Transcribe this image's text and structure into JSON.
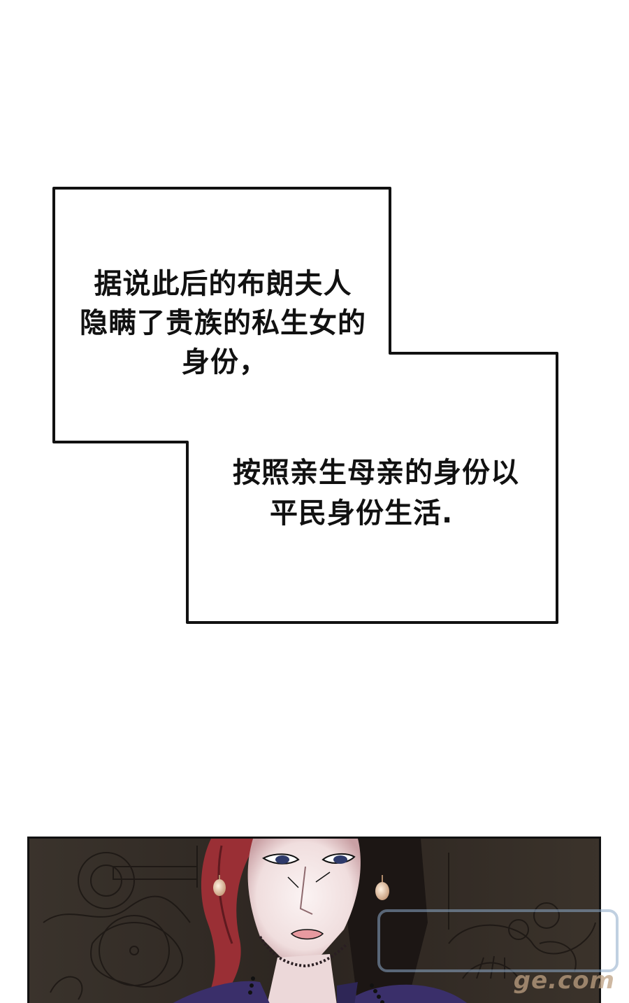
{
  "narration": {
    "box_a": {
      "lines": [
        "据说此后的布朗夫人",
        "隐瞒了贵族的私生女的",
        "身份，"
      ]
    },
    "box_b": {
      "lines": [
        "按照亲生母亲的身份以",
        "平民身份生活."
      ]
    },
    "border_color": "#111111",
    "text_color": "#111111"
  },
  "panel": {
    "description": "Red-haired woman with pearl earrings and stern expression in front of ornate carved background",
    "colors": {
      "background": "#2a2420",
      "hair": "#9a2f35",
      "skin": "#f4e6e6",
      "skin_shadow": "#c79ea1",
      "eyes": "#2e3a6a",
      "dress": "#3a2f6a",
      "pearl": "#e8cbb0"
    },
    "watermark_text": "ge.com"
  }
}
